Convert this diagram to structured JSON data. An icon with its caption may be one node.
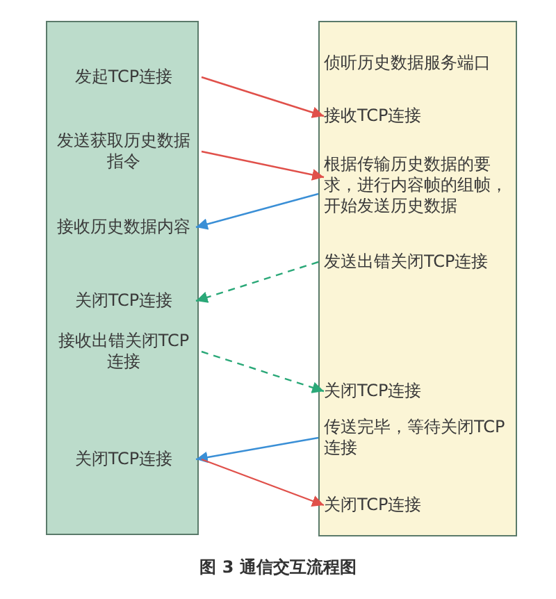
{
  "diagram": {
    "caption": "图 3 通信交互流程图",
    "nodes": [
      {
        "text": [],
        "shape": "box"
      },
      {
        "text": [
          "发起TCP连接"
        ],
        "in": 0
      },
      {
        "text": [
          "发送获取历史数据指令"
        ],
        "in": 0
      },
      {
        "text": [
          "接收历史数据内容"
        ],
        "in": 0
      },
      {
        "text": [
          "关闭TCP连接"
        ],
        "in": 0
      },
      {
        "text": [
          "接收出错关闭TCP连接"
        ],
        "in": 0
      },
      {
        "text": [
          "关闭TCP连接"
        ],
        "in": 0
      },
      {
        "text": [],
        "shape": "box"
      },
      {
        "text": [
          "侦听历史数据服务端口"
        ],
        "in": 7
      },
      {
        "text": [
          "接收TCP连接"
        ],
        "in": 7
      },
      {
        "text": [
          "根据传输历史数据的要求，进行内容帧的组帧，开始发送历史数据"
        ],
        "in": 7
      },
      {
        "text": [
          "发送出错关闭TCP连接"
        ],
        "in": 7
      },
      {
        "text": [
          "关闭TCP连接"
        ],
        "in": 7
      },
      {
        "text": [
          "传送完毕，等待关闭TCP连接"
        ],
        "in": 7
      },
      {
        "text": [
          "关闭TCP连接"
        ],
        "in": 7
      }
    ],
    "edges": [
      {
        "from": 1,
        "to": 9,
        "arrow": "to"
      },
      {
        "from": 2,
        "to": 10,
        "arrow": "to"
      },
      {
        "from": 10,
        "to": 3,
        "arrow": "to",
        "color": "#3a8fd6"
      },
      {
        "from": 11,
        "to": 4,
        "arrow": "to",
        "style": "dashed",
        "color": "#2aa878"
      },
      {
        "from": 5,
        "to": 12,
        "arrow": "to",
        "style": "dashed",
        "color": "#2aa878"
      },
      {
        "from": 13,
        "to": 6,
        "arrow": "to",
        "color": "#3a8fd6"
      },
      {
        "from": 6,
        "to": 14,
        "arrow": "to"
      }
    ]
  }
}
